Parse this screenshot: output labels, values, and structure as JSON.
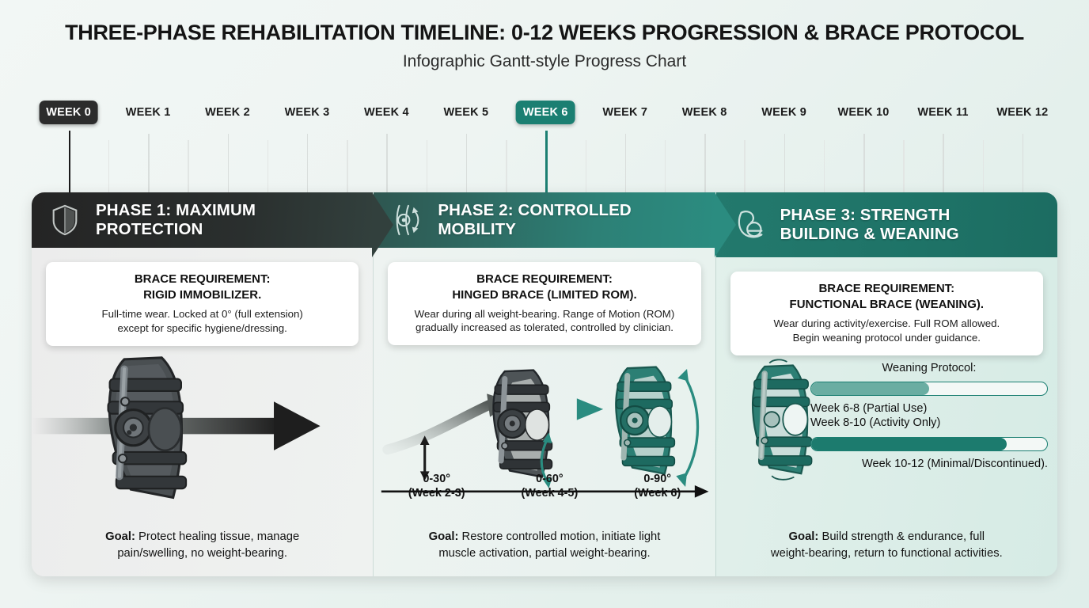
{
  "header": {
    "title": "THREE-PHASE REHABILITATION TIMELINE: 0-12 WEEKS PROGRESSION & BRACE PROTOCOL",
    "subtitle": "Infographic Gantt-style Progress Chart"
  },
  "timeline": {
    "weeks": [
      {
        "label": "WEEK 0",
        "state": "active-start"
      },
      {
        "label": "WEEK 1",
        "state": "normal"
      },
      {
        "label": "WEEK 2",
        "state": "normal"
      },
      {
        "label": "WEEK 3",
        "state": "normal"
      },
      {
        "label": "WEEK 4",
        "state": "normal"
      },
      {
        "label": "WEEK 5",
        "state": "normal"
      },
      {
        "label": "WEEK 6",
        "state": "active-mark"
      },
      {
        "label": "WEEK 7",
        "state": "normal"
      },
      {
        "label": "WEEK 8",
        "state": "normal"
      },
      {
        "label": "WEEK 9",
        "state": "normal"
      },
      {
        "label": "WEEK 10",
        "state": "normal"
      },
      {
        "label": "WEEK 11",
        "state": "normal"
      },
      {
        "label": "WEEK 12",
        "state": "normal"
      }
    ]
  },
  "phases": [
    {
      "id": "phase-1",
      "title": "PHASE 1: MAXIMUM\nPROTECTION",
      "icon": "shield-icon",
      "brace_title": "BRACE REQUIREMENT:\nRIGID IMMOBILIZER.",
      "brace_desc": "Full-time wear. Locked at 0° (full extension)\nexcept for specific hygiene/dressing.",
      "goal_label": "Goal:",
      "goal_text": " Protect healing tissue, manage\npain/swelling, no weight-bearing."
    },
    {
      "id": "phase-2",
      "title": "PHASE 2: CONTROLLED\nMOBILITY",
      "icon": "knee-rotation-icon",
      "brace_title": "BRACE REQUIREMENT:\nHINGED BRACE (LIMITED ROM).",
      "brace_desc": "Wear during all weight-bearing. Range of Motion (ROM)\ngradually increased as tolerated, controlled by clinician.",
      "goal_label": "Goal:",
      "goal_text": " Restore controlled motion, initiate light\nmuscle activation, partial weight-bearing.",
      "rom_steps": [
        {
          "angle": "0-30°",
          "weeks": "(Week 2-3)"
        },
        {
          "angle": "0-60°",
          "weeks": "(Week 4-5)"
        },
        {
          "angle": "0-90°",
          "weeks": "(Week 6)"
        }
      ]
    },
    {
      "id": "phase-3",
      "title": "PHASE 3: STRENGTH\nBUILDING & WEANING",
      "icon": "bicep-flex-icon",
      "brace_title": "BRACE REQUIREMENT:\nFUNCTIONAL BRACE (WEANING).",
      "brace_desc": "Wear during activity/exercise. Full ROM allowed.\nBegin weaning protocol under guidance.",
      "goal_label": "Goal:",
      "goal_text": " Build strength & endurance, full\nweight-bearing, return to functional activities.",
      "weaning": {
        "title": "Weaning Protocol:",
        "bar1_percent": 50,
        "bar2_percent": 83,
        "lines_a": "Week 6-8 (Partial Use)\nWeek 8-10 (Activity Only)",
        "line_b": "Week 10-12 (Minimal/Discontinued)."
      }
    }
  ],
  "colors": {
    "teal_dark": "#1b7f72",
    "teal_mid": "#2b8c80",
    "teal_light": "#6aada2",
    "charcoal": "#2c2c2c",
    "background": "#eef4f2"
  }
}
